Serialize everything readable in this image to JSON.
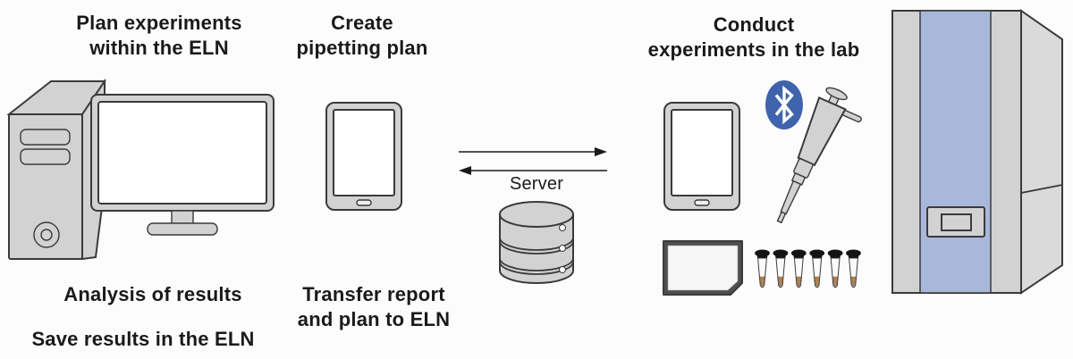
{
  "labels": {
    "plan": "Plan experiments\nwithin the ELN",
    "create": "Create\npipetting plan",
    "conduct": "Conduct\nexperiments in the lab",
    "server": "Server",
    "analysis": "Analysis of results",
    "save": "Save results in the ELN",
    "transfer": "Transfer report\nand plan to ELN"
  },
  "icons": {
    "desktop_computer": "desktop-computer-icon",
    "tablet_create_plan": "tablet-icon",
    "sync_arrows": "sync-arrows-icon",
    "database_server": "database-server-icon",
    "tablet_lab": "tablet-icon",
    "bluetooth": "bluetooth-icon",
    "pipette": "pipette-icon",
    "microplate": "microplate-icon",
    "pcr_tube_strip": "pcr-tube-strip-icon",
    "lab_instrument": "lab-instrument-icon"
  },
  "colors": {
    "canvas_bg": "#fcfcfc",
    "text": "#1a1a1a",
    "outline": "#3a3a3a",
    "device_gray": "#d2d2d2",
    "device_gray_light": "#dadada",
    "instrument_panel_blue": "#a9b7da",
    "bluetooth_blue": "#3f63ac",
    "plate_border": "#4f4f4f",
    "tube_cap": "#141414",
    "tube_liquid_tan": "#b2824e"
  }
}
